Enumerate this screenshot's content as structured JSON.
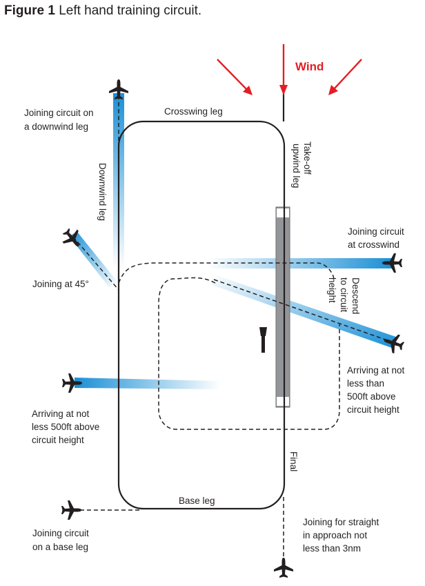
{
  "title": {
    "figure_number": "Figure 1",
    "caption": "Left hand training circuit."
  },
  "wind": {
    "label": "Wind",
    "color": "#e31e24"
  },
  "legs": {
    "crosswind": "Crosswing leg",
    "downwind": "Downwind leg",
    "upwind_line1": "Take-off",
    "upwind_line2": "upwind leg",
    "base": "Base leg",
    "final": "Final"
  },
  "descend": {
    "line1": "Descend",
    "line2": "to circuit",
    "line3": "height"
  },
  "joins": {
    "downwind": {
      "line1": "Joining circuit on",
      "line2": "a downwind leg"
    },
    "at45": "Joining at 45°",
    "crosswind": {
      "line1": "Joining circuit",
      "line2": "at crosswind"
    },
    "arriving_right": {
      "line1": "Arriving at not",
      "line2": "less than",
      "line3": "500ft above",
      "line4": "circuit height"
    },
    "arriving_left": {
      "line1": "Arriving at not",
      "line2": "less 500ft above",
      "line3": "circuit height"
    },
    "base": {
      "line1": "Joining circuit",
      "line2": "on a base leg"
    },
    "straight_in": {
      "line1": "Joining for straight",
      "line2": "in approach not",
      "line3": "less than 3nm"
    }
  },
  "colors": {
    "approach_blue": "#1a8fd5",
    "runway_grey": "#939598",
    "line": "#231f20"
  }
}
